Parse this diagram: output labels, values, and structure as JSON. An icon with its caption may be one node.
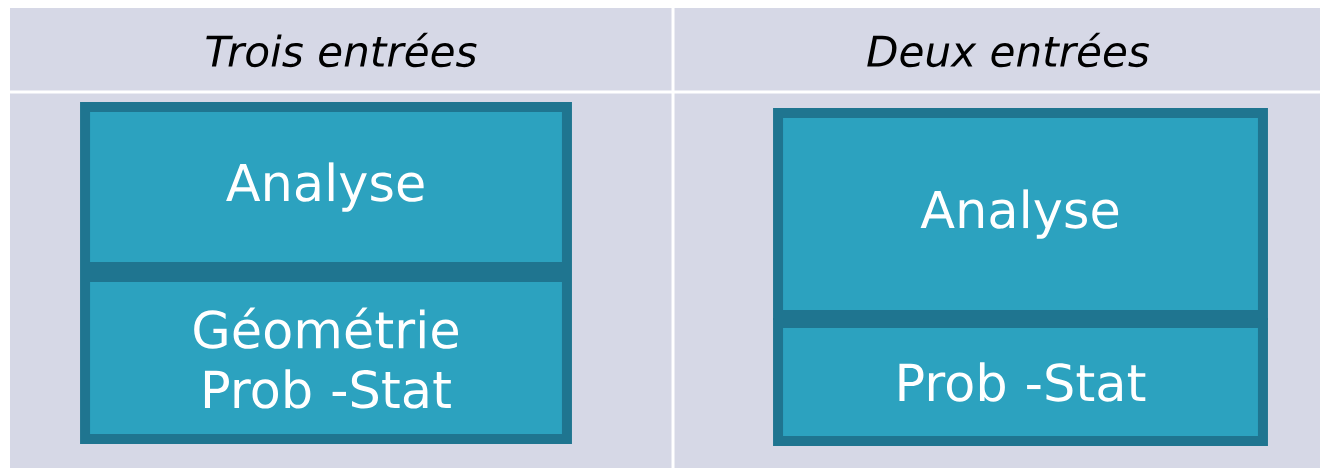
{
  "diagram": {
    "nodes": [
      {
        "text": [
          "Analyse"
        ]
      },
      {
        "text": [
          "Géométrie Prob -Stat"
        ]
      },
      {
        "text": [
          "Analyse"
        ]
      },
      {
        "text": [
          "Prob -Stat"
        ]
      }
    ],
    "labels": [
      "Trois entrées",
      "Deux entrées"
    ]
  }
}
